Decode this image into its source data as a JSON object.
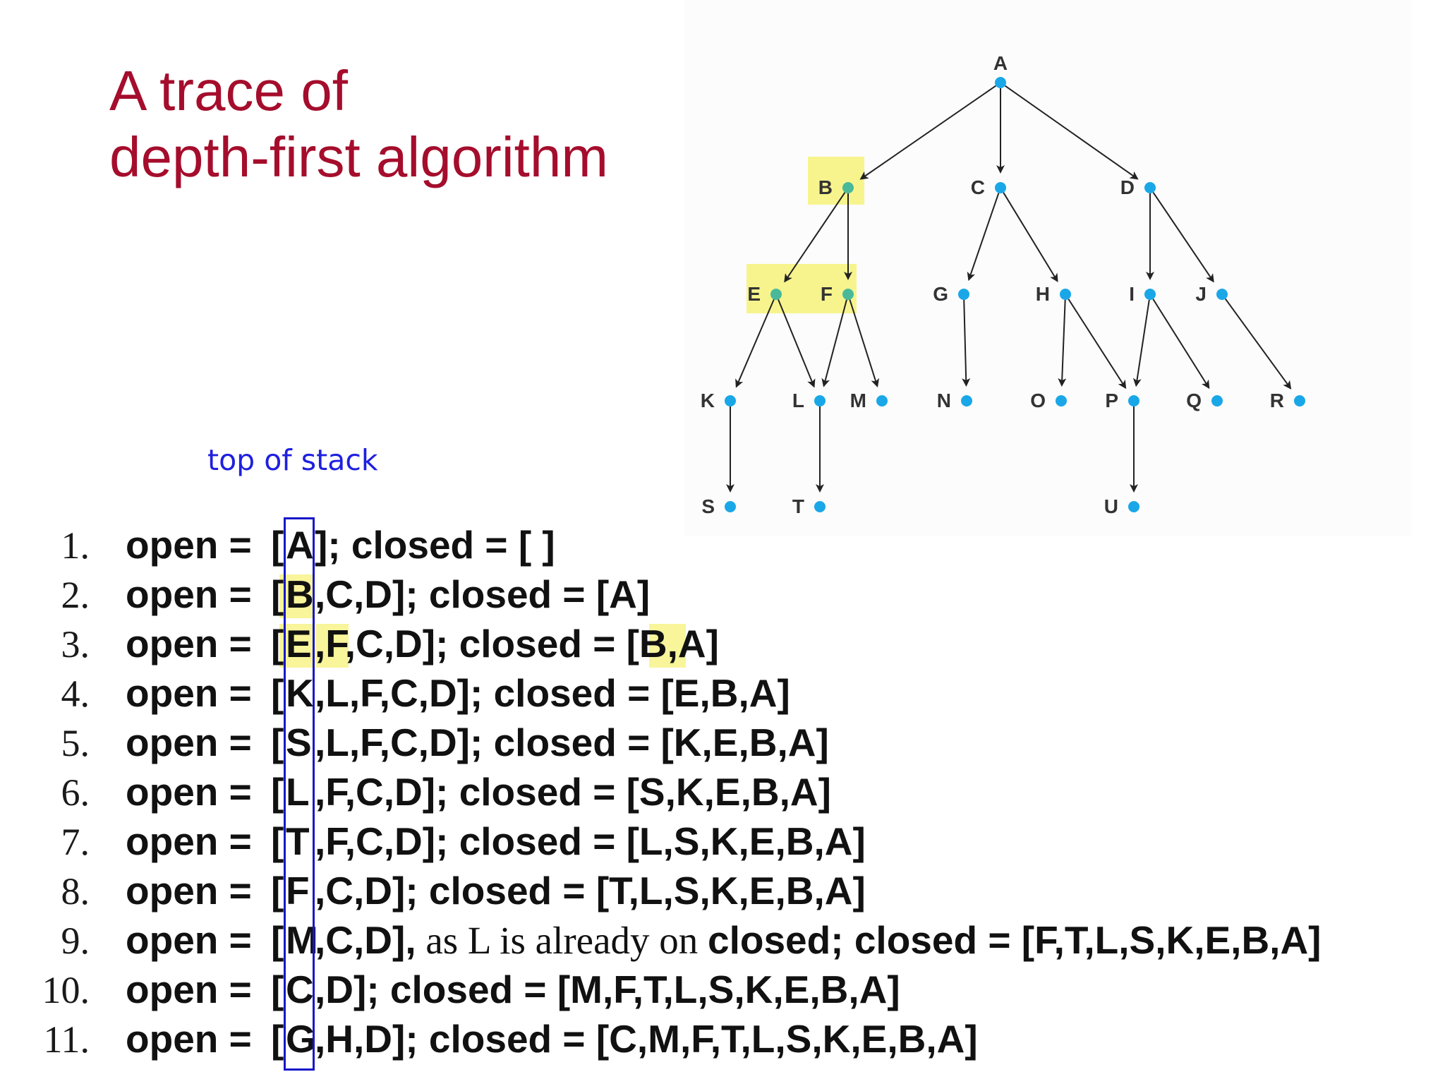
{
  "title": {
    "line1": "A trace of",
    "line2": "depth-first algorithm"
  },
  "stack_label": "top of stack",
  "colors": {
    "title": "#a50d2c",
    "stack_box": "#1717c9",
    "highlight": "#f6f27a",
    "node_default": "#1aa7e8",
    "node_highlight": "#49b99a",
    "edge": "#222222"
  },
  "tree": {
    "nodes": [
      {
        "id": "A",
        "label": "A",
        "highlight": false
      },
      {
        "id": "B",
        "label": "B",
        "highlight": true
      },
      {
        "id": "C",
        "label": "C",
        "highlight": false
      },
      {
        "id": "D",
        "label": "D",
        "highlight": false
      },
      {
        "id": "E",
        "label": "E",
        "highlight": true
      },
      {
        "id": "F",
        "label": "F",
        "highlight": true
      },
      {
        "id": "G",
        "label": "G",
        "highlight": false
      },
      {
        "id": "H",
        "label": "H",
        "highlight": false
      },
      {
        "id": "I",
        "label": "I",
        "highlight": false
      },
      {
        "id": "J",
        "label": "J",
        "highlight": false
      },
      {
        "id": "K",
        "label": "K",
        "highlight": false
      },
      {
        "id": "L",
        "label": "L",
        "highlight": false
      },
      {
        "id": "M",
        "label": "M",
        "highlight": false
      },
      {
        "id": "N",
        "label": "N",
        "highlight": false
      },
      {
        "id": "O",
        "label": "O",
        "highlight": false
      },
      {
        "id": "P",
        "label": "P",
        "highlight": false
      },
      {
        "id": "Q",
        "label": "Q",
        "highlight": false
      },
      {
        "id": "R",
        "label": "R",
        "highlight": false
      },
      {
        "id": "S",
        "label": "S",
        "highlight": false
      },
      {
        "id": "T",
        "label": "T",
        "highlight": false
      },
      {
        "id": "U",
        "label": "U",
        "highlight": false
      }
    ],
    "edges": [
      [
        "A",
        "B"
      ],
      [
        "A",
        "C"
      ],
      [
        "A",
        "D"
      ],
      [
        "B",
        "E"
      ],
      [
        "B",
        "F"
      ],
      [
        "C",
        "G"
      ],
      [
        "C",
        "H"
      ],
      [
        "D",
        "I"
      ],
      [
        "D",
        "J"
      ],
      [
        "E",
        "K"
      ],
      [
        "E",
        "L"
      ],
      [
        "F",
        "L"
      ],
      [
        "F",
        "M"
      ],
      [
        "G",
        "N"
      ],
      [
        "H",
        "O"
      ],
      [
        "H",
        "P"
      ],
      [
        "I",
        "P"
      ],
      [
        "I",
        "Q"
      ],
      [
        "J",
        "R"
      ],
      [
        "K",
        "S"
      ],
      [
        "L",
        "T"
      ],
      [
        "P",
        "U"
      ]
    ]
  },
  "trace": [
    {
      "num": "1.",
      "prefix": "open = ",
      "bracket": "[",
      "first": "A",
      "rest_bold": "]; closed = [ ]",
      "rest_serif": "",
      "rest_tail": ""
    },
    {
      "num": "2.",
      "prefix": "open = ",
      "bracket": "[",
      "first": "B",
      "rest_bold": ",C,D]; closed = [A]",
      "rest_serif": "",
      "rest_tail": ""
    },
    {
      "num": "3.",
      "prefix": "open = ",
      "bracket": "[",
      "first": "E",
      "rest_bold": ",F,C,D]; closed = [B,A]",
      "rest_serif": "",
      "rest_tail": ""
    },
    {
      "num": "4.",
      "prefix": "open = ",
      "bracket": "[",
      "first": "K",
      "rest_bold": ",L,F,C,D]; closed = [E,B,A]",
      "rest_serif": "",
      "rest_tail": ""
    },
    {
      "num": "5.",
      "prefix": "open = ",
      "bracket": "[",
      "first": "S",
      "rest_bold": ",L,F,C,D]; closed = [K,E,B,A]",
      "rest_serif": "",
      "rest_tail": ""
    },
    {
      "num": "6.",
      "prefix": "open = ",
      "bracket": "[",
      "first": "L",
      "rest_bold": ",F,C,D]; closed = [S,K,E,B,A]",
      "rest_serif": "",
      "rest_tail": ""
    },
    {
      "num": "7.",
      "prefix": "open = ",
      "bracket": "[",
      "first": "T",
      "rest_bold": ",F,C,D]; closed = [L,S,K,E,B,A]",
      "rest_serif": "",
      "rest_tail": ""
    },
    {
      "num": "8.",
      "prefix": "open = ",
      "bracket": "[",
      "first": "F",
      "rest_bold": ",C,D]; closed = [T,L,S,K,E,B,A]",
      "rest_serif": "",
      "rest_tail": ""
    },
    {
      "num": "9.",
      "prefix": "open = ",
      "bracket": "[",
      "first": "M",
      "rest_bold": ",C,D],",
      "rest_serif": " as L is already on ",
      "rest_tail": "closed; closed = [F,T,L,S,K,E,B,A]"
    },
    {
      "num": "10.",
      "prefix": "open = ",
      "bracket": "[",
      "first": "C",
      "rest_bold": ",D]; closed = [M,F,T,L,S,K,E,B,A]",
      "rest_serif": "",
      "rest_tail": ""
    },
    {
      "num": "11.",
      "prefix": "open = ",
      "bracket": "[",
      "first": "G",
      "rest_bold": ",H,D]; closed = [C,M,F,T,L,S,K,E,B,A]",
      "rest_serif": "",
      "rest_tail": ""
    }
  ]
}
